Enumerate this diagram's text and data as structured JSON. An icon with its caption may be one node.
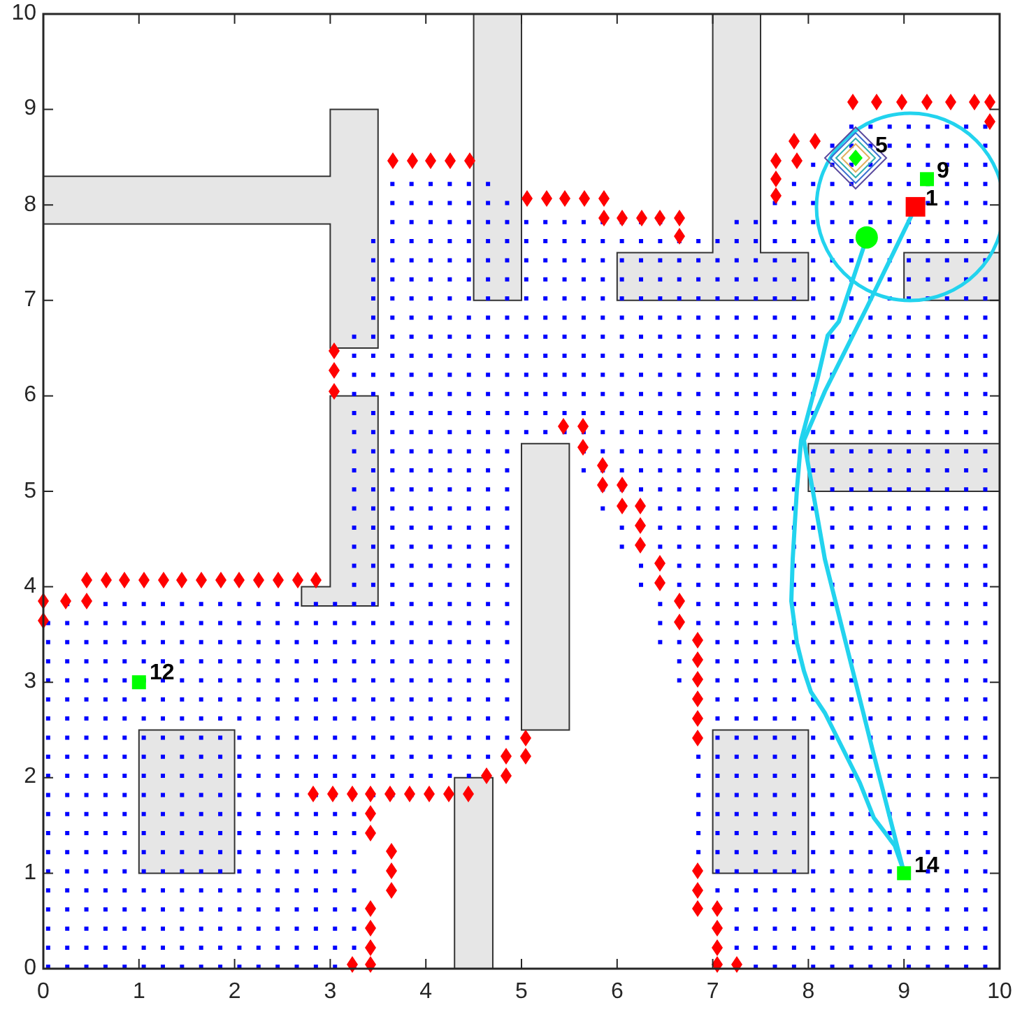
{
  "diagram": {
    "labels": [
      "5",
      "9",
      "1",
      "12",
      "14"
    ],
    "chart_data": {
      "type": "scatter",
      "x": [
        1,
        9,
        9.24,
        9.12,
        8.61
      ],
      "xlim": [
        0,
        10
      ],
      "ylim": [
        0,
        10
      ],
      "xticks": [
        0,
        1,
        2,
        3,
        4,
        5,
        6,
        7,
        8,
        9,
        10
      ],
      "yticks": [
        0,
        1,
        2,
        3,
        4,
        5,
        6,
        7,
        8,
        9,
        10
      ],
      "series": [
        {
          "color": "#00ff00",
          "values": [
            3,
            1,
            8.27,
            null,
            null
          ]
        },
        {
          "color": "#ff0000",
          "values": [
            null,
            null,
            null,
            7.98,
            null
          ]
        },
        {
          "color": "#00ff00",
          "values": [
            null,
            null,
            null,
            null,
            7.66
          ]
        }
      ]
    }
  }
}
